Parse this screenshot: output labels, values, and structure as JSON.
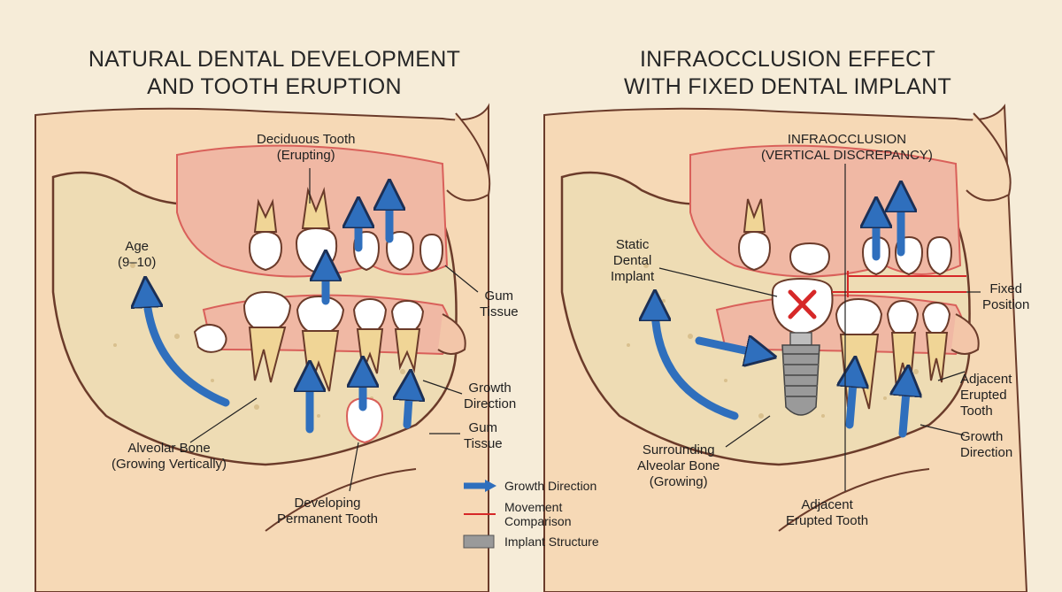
{
  "titles": {
    "left": [
      "NATURAL DENTAL DEVELOPMENT",
      "AND TOOTH ERUPTION"
    ],
    "right": [
      "INFRAOCCLUSION EFFECT",
      "WITH FIXED DENTAL IMPLANT"
    ]
  },
  "left_labels": {
    "deciduous": [
      "Deciduous Tooth",
      "(Erupting)"
    ],
    "age": [
      "Age",
      "(9–10)"
    ],
    "gum_upper": [
      "Gum",
      "Tissue"
    ],
    "growth": [
      "Growth",
      "Direction"
    ],
    "gum_lower": [
      "Gum",
      "Tissue"
    ],
    "alveolar": [
      "Alveolar Bone",
      "(Growing Vertically)"
    ],
    "developing": [
      "Developing",
      "Permanent Tooth"
    ]
  },
  "right_labels": {
    "infraocclusion": [
      "INFRAOCCLUSION",
      "(VERTICAL DISCREPANCY)"
    ],
    "static_implant": [
      "Static",
      "Dental",
      "Implant"
    ],
    "fixed_position": [
      "Fixed",
      "Position"
    ],
    "adjacent_upper": [
      "Adjacent",
      "Erupted",
      "Tooth"
    ],
    "growth": [
      "Growth",
      "Direction"
    ],
    "surrounding": [
      "Surrounding",
      "Alveolar Bone",
      "(Growing)"
    ],
    "adjacent_lower": [
      "Adjacent",
      "Erupted Tooth"
    ]
  },
  "legend": {
    "growth": "Growth Direction",
    "movement": [
      "Movement",
      "Comparison"
    ],
    "implant": "Implant Structure"
  },
  "colors": {
    "background": "#f6ecd8",
    "skin": "#f6d9b6",
    "bone": "#eedcb4",
    "gum": "#f0b8a4",
    "gum_line": "#d9605a",
    "tooth": "#ffffff",
    "root": "#f0d596",
    "arrow_blue": "#2f6fbd",
    "marker_red": "#d62828",
    "implant_gray": "#9a9a9a"
  }
}
